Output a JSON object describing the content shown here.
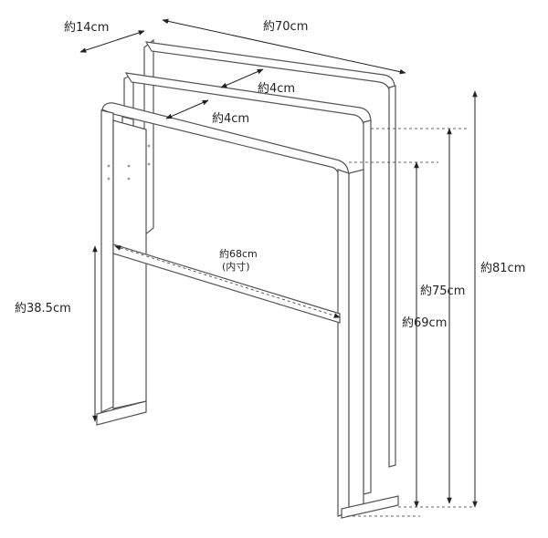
{
  "labels": {
    "depth": "約14cm",
    "width": "約70cm",
    "gap_upper": "約4cm",
    "gap_lower": "約4cm",
    "inner_width": "約68cm",
    "inner_width_note": "(内寸)",
    "height_bar": "約38.5cm",
    "height_total": "約81cm",
    "height_middle": "約75cm",
    "height_front": "約69cm"
  },
  "colors": {
    "frame_fill": "#ffffff",
    "frame_outline": "#555555",
    "dimension_line": "#222222"
  }
}
